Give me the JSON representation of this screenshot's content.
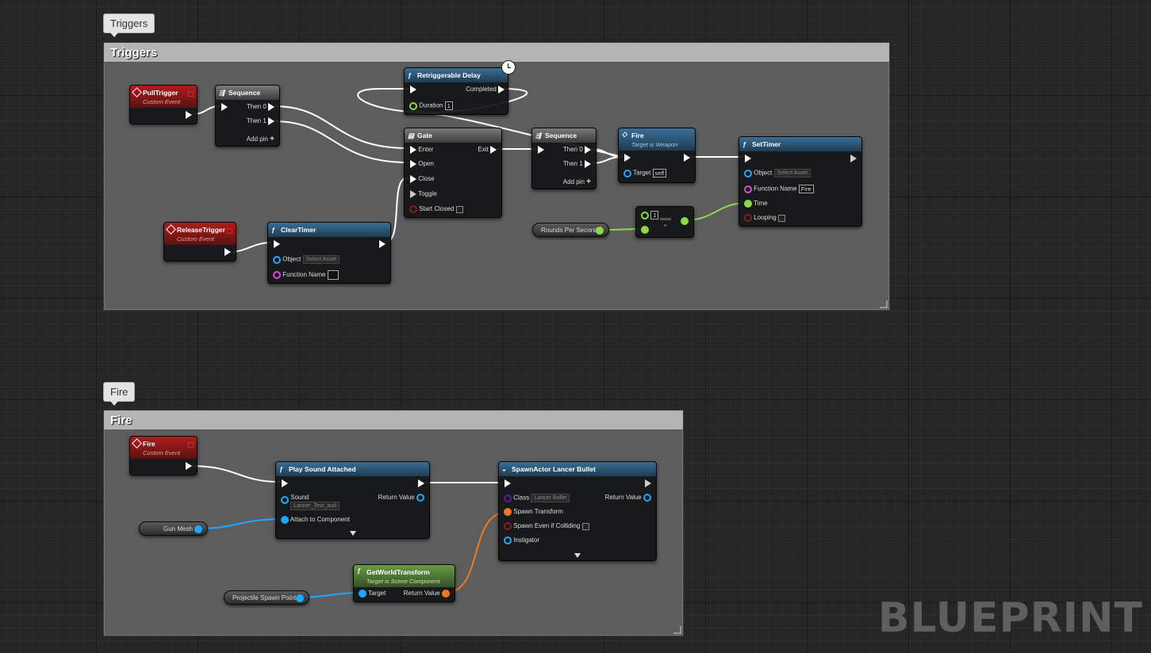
{
  "comments": {
    "triggers": {
      "bubble": "Triggers",
      "title": "Triggers"
    },
    "fire": {
      "bubble": "Fire",
      "title": "Fire"
    }
  },
  "nodes": {
    "pull_trigger": {
      "title": "PullTrigger",
      "subtitle": "Custom Event"
    },
    "release_trigger": {
      "title": "ReleaseTrigger",
      "subtitle": "Custom Event"
    },
    "sequence1": {
      "title": "Sequence",
      "then0": "Then 0",
      "then1": "Then 1",
      "add_pin": "Add pin"
    },
    "retrig_delay": {
      "title": "Retriggerable Delay",
      "completed": "Completed",
      "duration": "Duration",
      "duration_value": "1"
    },
    "gate": {
      "title": "Gate",
      "enter": "Enter",
      "exit": "Exit",
      "open": "Open",
      "close": "Close",
      "toggle": "Toggle",
      "start_closed": "Start Closed"
    },
    "clear_timer": {
      "title": "ClearTimer",
      "object": "Object",
      "object_select": "Select Asset",
      "function_name": "Function Name"
    },
    "sequence2": {
      "title": "Sequence",
      "then0": "Then 0",
      "then1": "Then 1",
      "add_pin": "Add pin"
    },
    "fire_call": {
      "title": "Fire",
      "subtitle": "Target is Weapon",
      "target": "Target",
      "target_value": "self"
    },
    "divide": {
      "value": "1"
    },
    "set_timer": {
      "title": "SetTimer",
      "object": "Object",
      "object_select": "Select Asset",
      "function_name": "Function Name",
      "function_value": "Fire",
      "time": "Time",
      "looping": "Looping"
    },
    "rounds_per_second": {
      "label": "Rounds Per Second"
    },
    "fire_event": {
      "title": "Fire",
      "subtitle": "Custom Event"
    },
    "play_sound": {
      "title": "Play Sound Attached",
      "sound": "Sound",
      "sound_value": "Lancer_Test_aud",
      "return_value": "Return Value",
      "attach": "Attach to Component"
    },
    "spawn_actor": {
      "title": "SpawnActor Lancer Bullet",
      "class": "Class",
      "class_value": "Lancer Bullet",
      "return_value": "Return Value",
      "spawn_transform": "Spawn Transform",
      "spawn_colliding": "Spawn Even if Colliding",
      "instigator": "Instigator"
    },
    "gun_mesh": {
      "label": "Gun Mesh"
    },
    "get_world_transform": {
      "title": "GetWorldTransform",
      "subtitle": "Target is Scene Component",
      "target": "Target",
      "return_value": "Return Value"
    },
    "projectile_spawn": {
      "label": "Projectile Spawn Point"
    }
  },
  "watermark": "BLUEPRINT",
  "colors": {
    "exec_wire": "#ffffff",
    "object_pin": "#1ea8ff",
    "float_pin": "#8cd94a",
    "name_pin": "#d94ad9",
    "bool_pin": "#8b1a1a",
    "transform_pin": "#f0781e",
    "class_pin": "#5a1aa0"
  }
}
